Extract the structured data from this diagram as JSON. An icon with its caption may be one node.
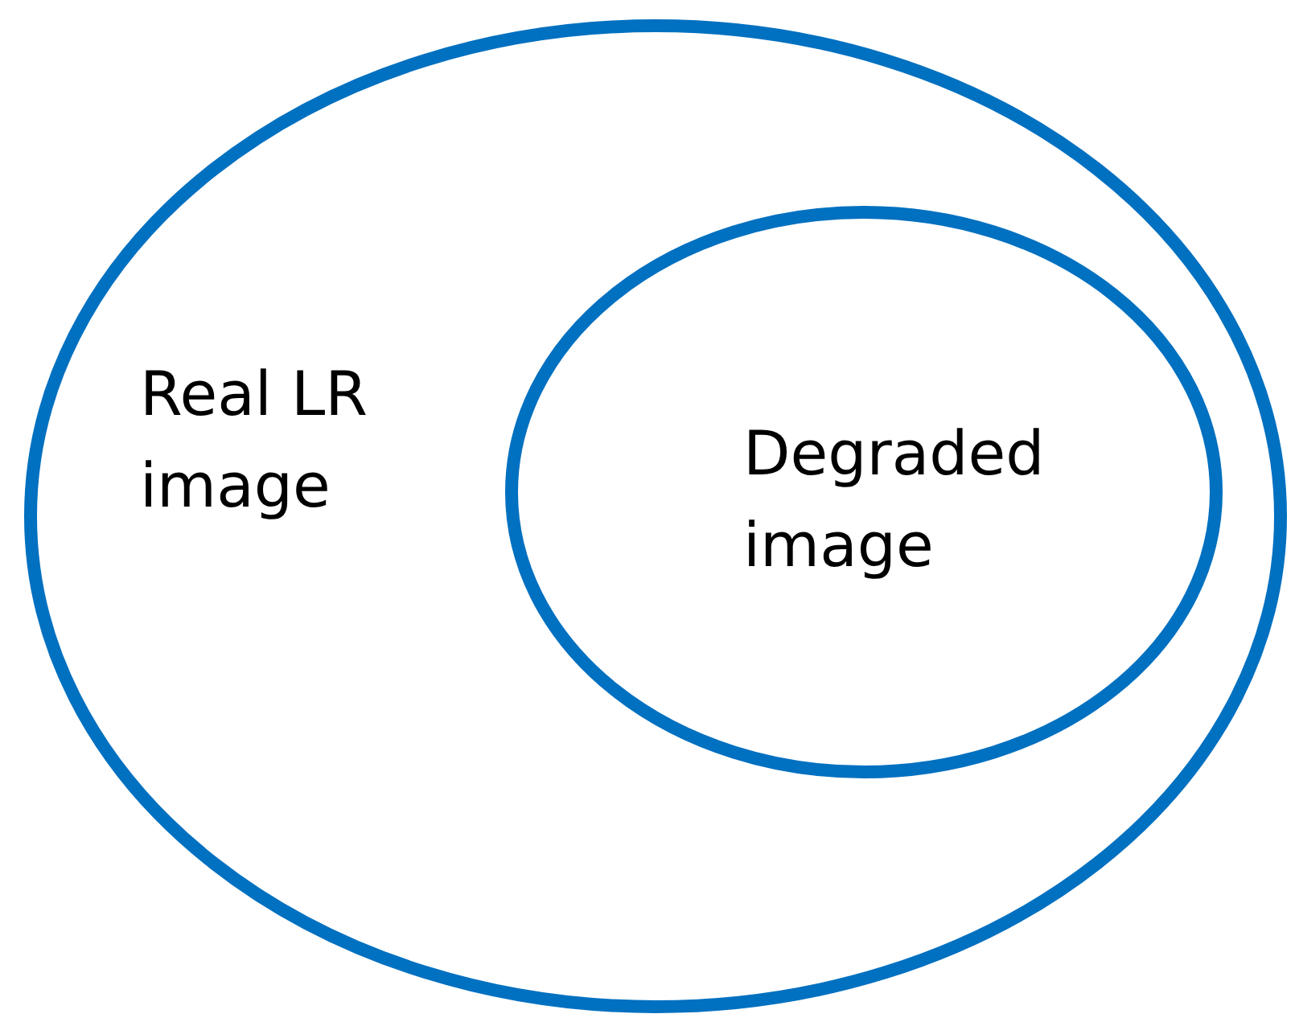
{
  "diagram": {
    "nodes": [
      {
        "text": [
          "Real LR image"
        ]
      },
      {
        "text": [
          "Degraded image"
        ],
        "in": 0
      }
    ]
  }
}
